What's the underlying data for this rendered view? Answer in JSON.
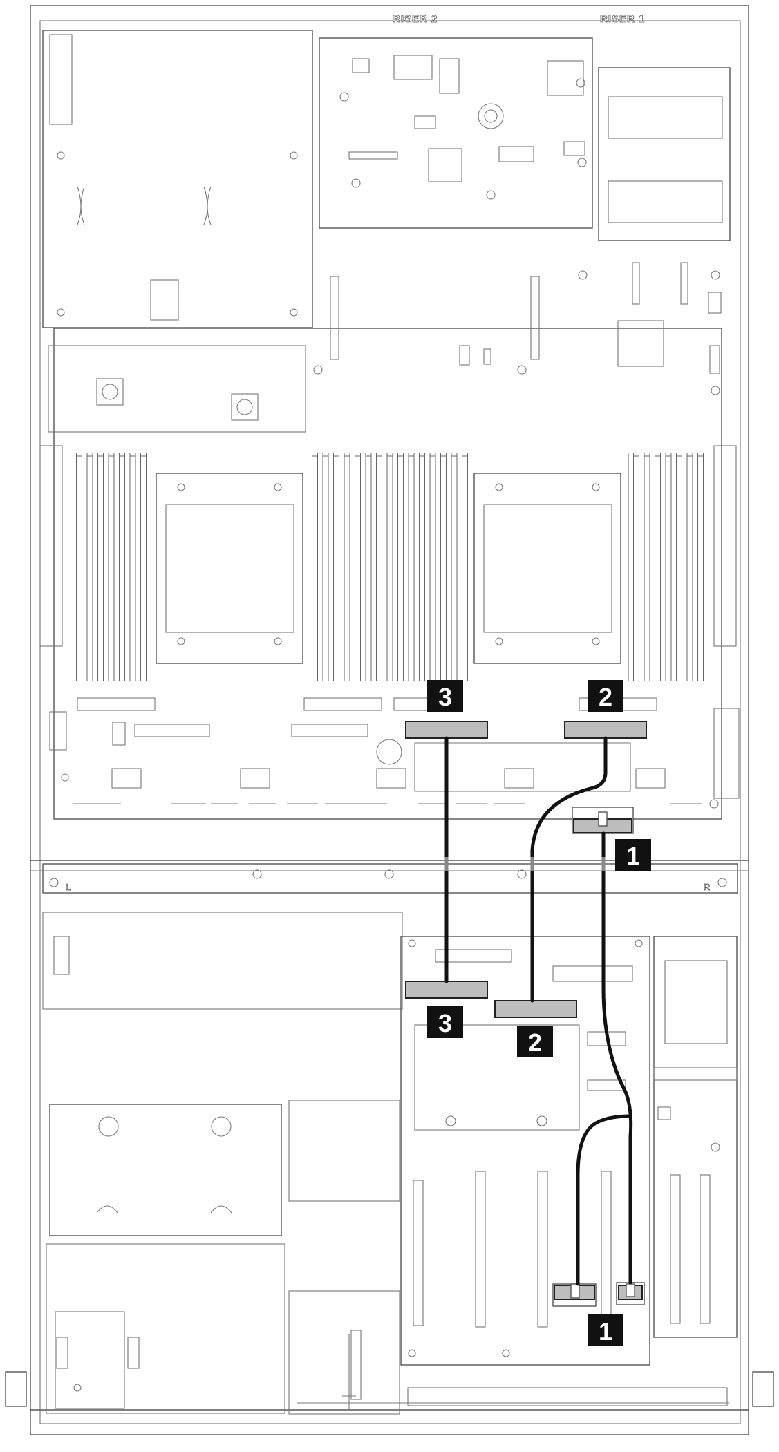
{
  "labels": {
    "riser2": "RISER 2",
    "riser1": "RISER 1",
    "left": "L",
    "right": "R"
  },
  "callouts": [
    {
      "id": "callout-1-top",
      "text": "1"
    },
    {
      "id": "callout-1-bottom",
      "text": "1"
    },
    {
      "id": "callout-2-top",
      "text": "2"
    },
    {
      "id": "callout-2-bottom",
      "text": "2"
    },
    {
      "id": "callout-3-top",
      "text": "3"
    },
    {
      "id": "callout-3-bottom",
      "text": "3"
    }
  ],
  "colors": {
    "cable": "#111111",
    "connector": "#bdbdbd",
    "callout_bg": "#111111",
    "callout_text": "#ffffff",
    "outline": "#555555"
  }
}
